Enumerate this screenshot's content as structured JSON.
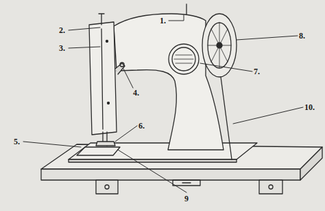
{
  "diagram": {
    "labels": [
      "1.",
      "2.",
      "3.",
      "4.",
      "5.",
      "6.",
      "7.",
      "8.",
      "9",
      "10."
    ]
  }
}
